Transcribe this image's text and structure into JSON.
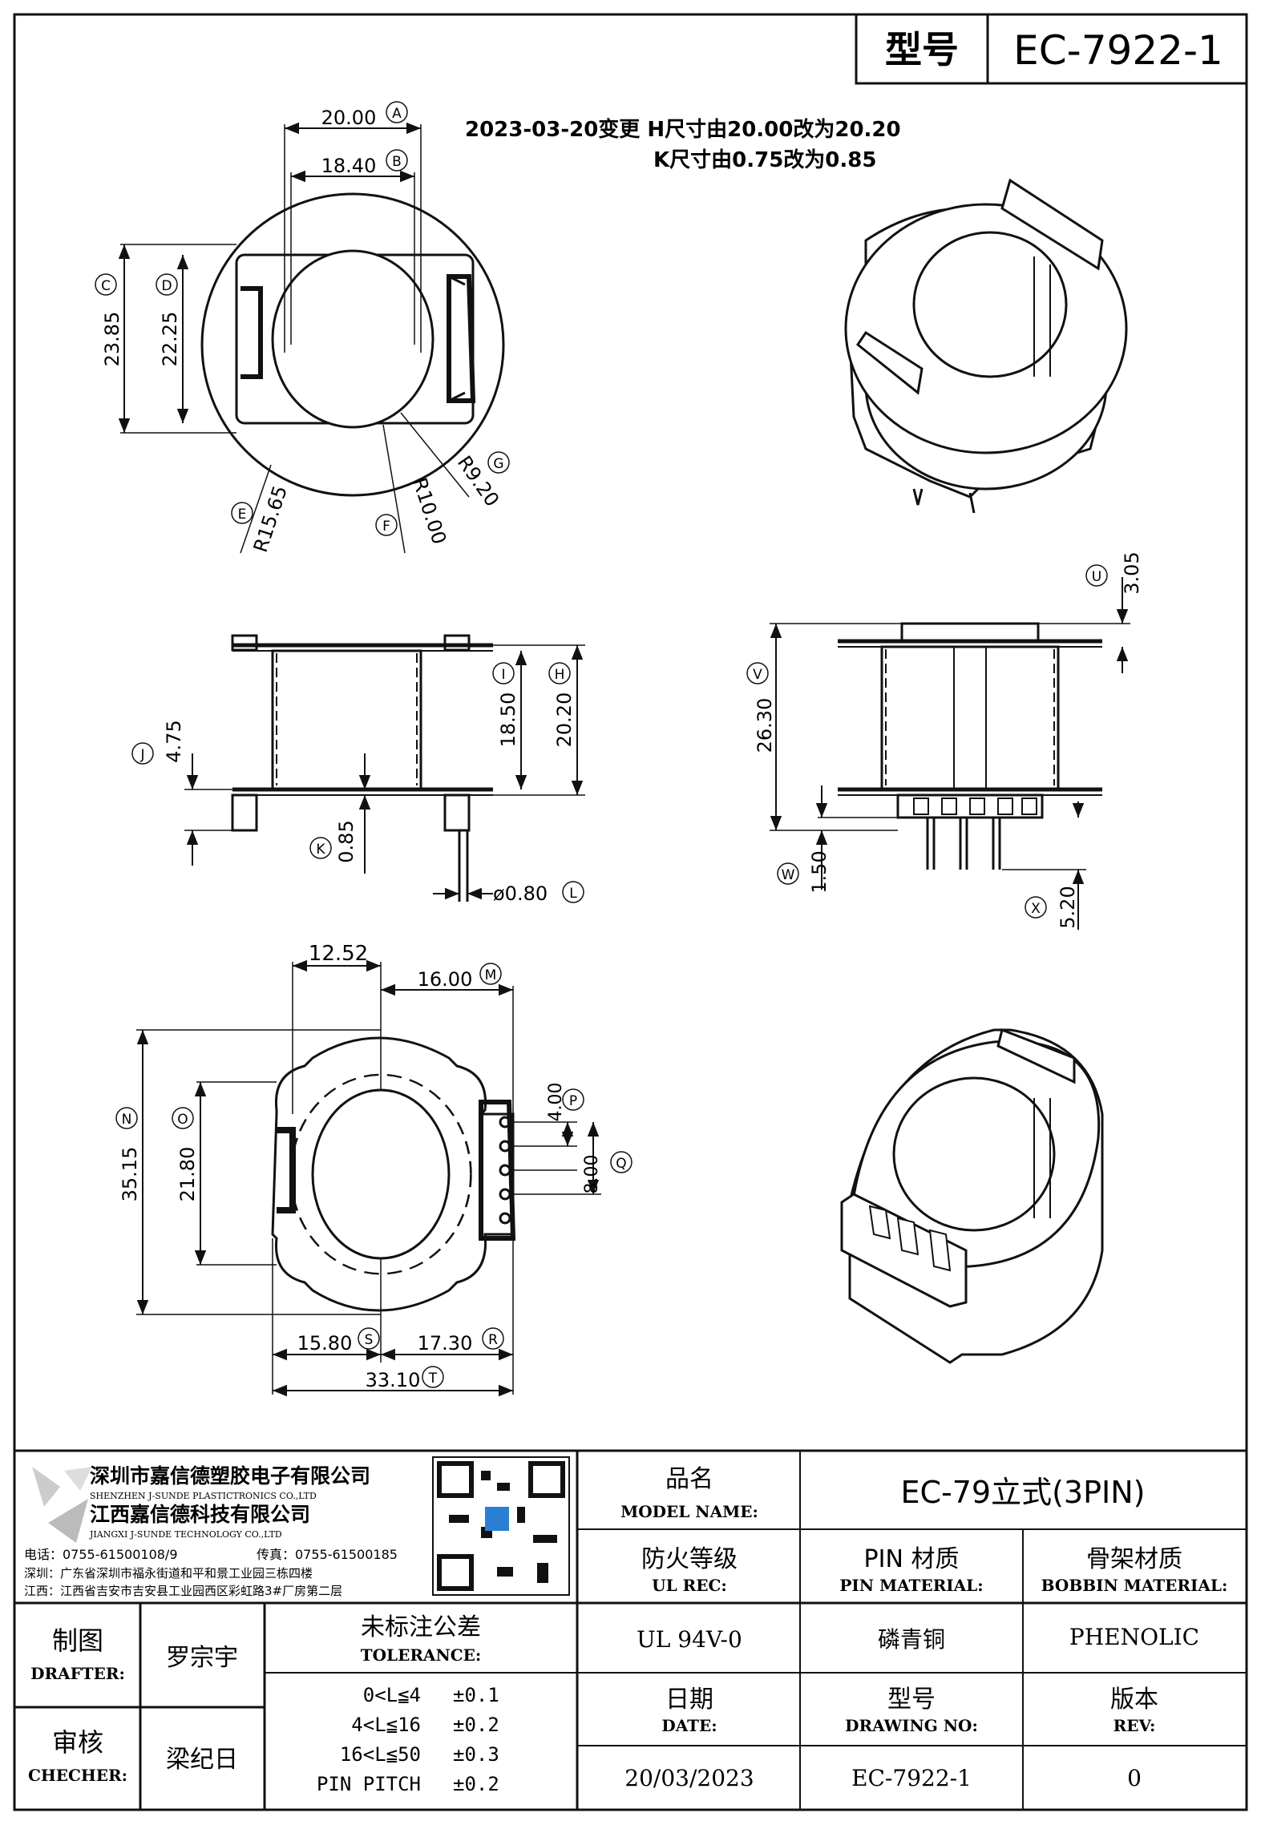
{
  "header": {
    "model_label": "型号",
    "model_value": "EC-7922-1"
  },
  "change_note": {
    "line1": "2023-03-20变更 H尺寸由20.00改为20.20",
    "line2": "K尺寸由0.75改为0.85"
  },
  "dims": {
    "A": {
      "letter": "A",
      "value": "20.00"
    },
    "B": {
      "letter": "B",
      "value": "18.40"
    },
    "C": {
      "letter": "C",
      "value": "23.85"
    },
    "D": {
      "letter": "D",
      "value": "22.25"
    },
    "E": {
      "letter": "E",
      "value": "R15.65"
    },
    "F": {
      "letter": "F",
      "value": "R10.00"
    },
    "G": {
      "letter": "G",
      "value": "R9.20"
    },
    "H": {
      "letter": "H",
      "value": "20.20"
    },
    "I": {
      "letter": "I",
      "value": "18.50"
    },
    "J": {
      "letter": "J",
      "value": "4.75"
    },
    "K": {
      "letter": "K",
      "value": "0.85"
    },
    "L": {
      "letter": "L",
      "value": "ø0.80"
    },
    "M": {
      "letter": "M",
      "value": "16.00"
    },
    "N": {
      "letter": "N",
      "value": "35.15"
    },
    "O": {
      "letter": "O",
      "value": "21.80"
    },
    "P": {
      "letter": "P",
      "value": "4.00"
    },
    "Q": {
      "letter": "Q",
      "value": "8.00"
    },
    "R": {
      "letter": "R",
      "value": "17.30"
    },
    "S": {
      "letter": "S",
      "value": "15.80"
    },
    "T": {
      "letter": "T",
      "value": "33.10"
    },
    "U": {
      "letter": "U",
      "value": "3.05"
    },
    "V": {
      "letter": "V",
      "value": "26.30"
    },
    "W": {
      "letter": "W",
      "value": "1.50"
    },
    "X": {
      "letter": "X",
      "value": "5.20"
    },
    "plain": {
      "value": "12.52"
    }
  },
  "company": {
    "name_sz": "深圳市嘉信德塑胶电子有限公司",
    "name_sz_en": "SHENZHEN J-SUNDE PLASTICTRONICS CO.,LTD",
    "name_jx": "江西嘉信德科技有限公司",
    "name_jx_en": "JIANGXI J-SUNDE TECHNOLOGY CO.,LTD",
    "tel": "电话：0755-61500108/9",
    "fax": "传真：0755-61500185",
    "addr_sz": "深圳：广东省深圳市福永街道和平和景工业园三栋四楼",
    "addr_jx": "江西：江西省吉安市吉安县工业园西区彩虹路3#厂房第二层"
  },
  "title_block": {
    "model_name_cn": "品名",
    "model_name_en": "MODEL NAME:",
    "model_name_value": "EC-79立式(3PIN)",
    "ul_cn": "防火等级",
    "ul_en": "UL REC:",
    "pin_cn": "PIN 材质",
    "pin_en": "PIN MATERIAL:",
    "bobbin_cn": "骨架材质",
    "bobbin_en": "BOBBIN MATERIAL:",
    "ul_value": "UL 94V-0",
    "pin_value": "磷青铜",
    "bobbin_value": "PHENOLIC",
    "drafter_cn": "制图",
    "drafter_en": "DRAFTER:",
    "drafter_name": "罗宗宇",
    "checker_cn": "审核",
    "checker_en": "CHECHER:",
    "checker_name": "梁纪日",
    "tolerance_cn": "未标注公差",
    "tolerance_en": "TOLERANCE:",
    "tolerances": [
      {
        "range": "0<L≦4",
        "value": "±0.1"
      },
      {
        "range": "4<L≦16",
        "value": "±0.2"
      },
      {
        "range": "16<L≦50",
        "value": "±0.3"
      },
      {
        "range": "PIN PITCH",
        "value": "±0.2"
      }
    ],
    "date_cn": "日期",
    "date_en": "DATE:",
    "drawing_no_cn": "型号",
    "drawing_no_en": "DRAWING NO:",
    "rev_cn": "版本",
    "rev_en": "REV:",
    "date_value": "20/03/2023",
    "drawing_no_value": "EC-7922-1",
    "rev_value": "0"
  }
}
